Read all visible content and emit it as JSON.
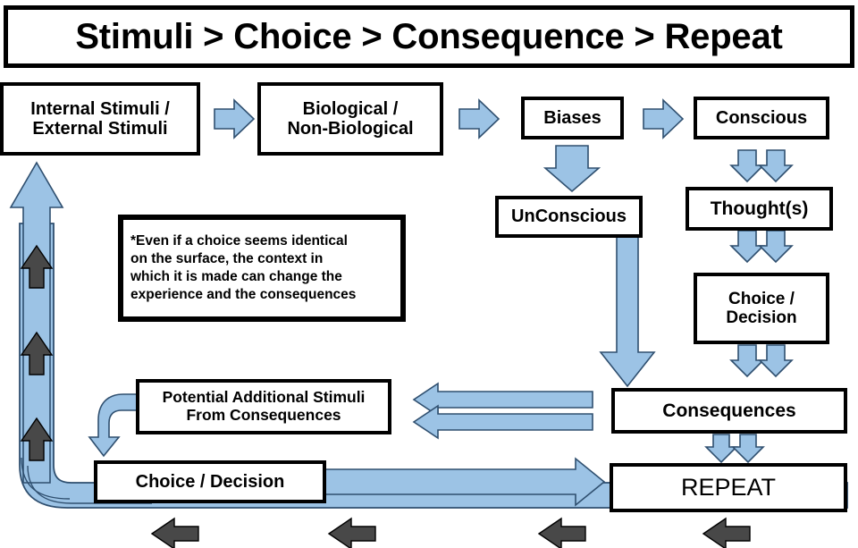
{
  "diagram": {
    "title": "Stimuli > Choice > Consequence > Repeat",
    "accent_blue": "#9CC3E5",
    "arrow_outline": "#2F4F6F",
    "dark_arrow": "#484848",
    "box_border": "#000000",
    "background": "#FFFFFF"
  },
  "boxes": {
    "title": "Stimuli > Choice > Consequence > Repeat",
    "stimuli": "Internal Stimuli /\nExternal Stimuli",
    "biological": "Biological /\nNon-Biological",
    "biases": "Biases",
    "conscious": "Conscious",
    "unconscious": "UnConscious",
    "thoughts": "Thought(s)",
    "choice_decision_right": "Choice /\nDecision",
    "consequences": "Consequences",
    "repeat": "REPEAT",
    "note": "*Even if a choice seems identical\non the surface, the context in\nwhich it is made can change the\nexperience and the consequences",
    "potential_additional": "Potential Additional Stimuli\nFrom Consequences",
    "choice_decision_bottom": "Choice / Decision"
  },
  "connectors": [
    {
      "name": "stimuli-to-biological",
      "kind": "right-arrow",
      "style": "blue"
    },
    {
      "name": "biological-to-biases",
      "kind": "right-arrow",
      "style": "blue"
    },
    {
      "name": "biases-to-conscious",
      "kind": "right-arrow",
      "style": "blue"
    },
    {
      "name": "biases-to-unconscious",
      "kind": "down-arrow",
      "style": "blue"
    },
    {
      "name": "conscious-to-thoughts",
      "kind": "double-down-arrow",
      "style": "blue"
    },
    {
      "name": "thoughts-to-choice",
      "kind": "double-down-arrow",
      "style": "blue"
    },
    {
      "name": "choice-to-consequences",
      "kind": "double-down-arrow",
      "style": "blue"
    },
    {
      "name": "unconscious-to-consequences",
      "kind": "long-down-arrow",
      "style": "blue"
    },
    {
      "name": "consequences-to-potential-stimuli",
      "kind": "double-left-arrow",
      "style": "blue"
    },
    {
      "name": "potential-stimuli-to-choice-bottom",
      "kind": "elbow-down-arrow",
      "style": "blue"
    },
    {
      "name": "choice-bottom-to-repeat",
      "kind": "right-arrow",
      "style": "blue"
    },
    {
      "name": "consequences-to-repeat",
      "kind": "double-down-arrow",
      "style": "blue"
    },
    {
      "name": "repeat-loop-back",
      "kind": "u-turn-band",
      "style": "blue"
    },
    {
      "name": "loop-direction-chevron-1",
      "kind": "left-chevron",
      "style": "dark"
    },
    {
      "name": "loop-direction-chevron-2",
      "kind": "left-chevron",
      "style": "dark"
    },
    {
      "name": "loop-direction-chevron-3",
      "kind": "left-chevron",
      "style": "dark"
    },
    {
      "name": "loop-direction-chevron-4",
      "kind": "left-chevron",
      "style": "dark"
    },
    {
      "name": "loop-direction-chevron-up-1",
      "kind": "up-chevron",
      "style": "dark"
    },
    {
      "name": "loop-direction-chevron-up-2",
      "kind": "up-chevron",
      "style": "dark"
    },
    {
      "name": "loop-direction-chevron-up-3",
      "kind": "up-chevron",
      "style": "dark"
    }
  ]
}
